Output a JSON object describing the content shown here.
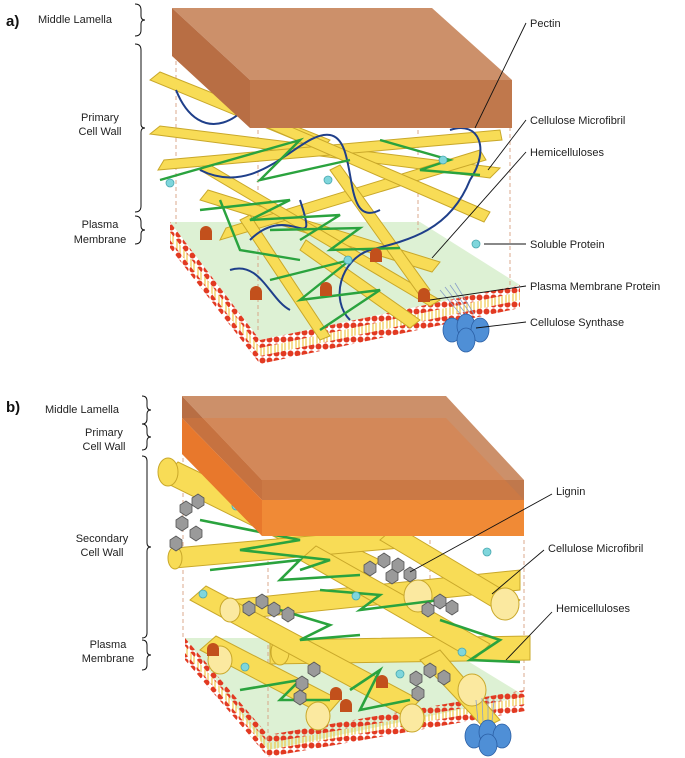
{
  "panel_a": {
    "tag": "a)",
    "left_labels": {
      "middle_lamella": "Middle Lamella",
      "primary_wall_1": "Primary",
      "primary_wall_2": "Cell Wall",
      "membrane_1": "Plasma",
      "membrane_2": "Membrane"
    },
    "right_labels": {
      "pectin": "Pectin",
      "cellulose": "Cellulose Microfibril",
      "hemicelluloses": "Hemicelluloses",
      "soluble_protein": "Soluble Protein",
      "membrane_protein": "Plasma Membrane Protein",
      "synthase": "Cellulose Synthase"
    }
  },
  "panel_b": {
    "tag": "b)",
    "left_labels": {
      "middle_lamella": "Middle Lamella",
      "primary_wall_1": "Primary",
      "primary_wall_2": "Cell Wall",
      "secondary_wall_1": "Secondary",
      "secondary_wall_2": "Cell Wall",
      "membrane_1": "Plasma",
      "membrane_2": "Membrane"
    },
    "right_labels": {
      "lignin": "Lignin",
      "cellulose": "Cellulose Microfibril",
      "hemicelluloses": "Hemicelluloses"
    }
  },
  "colors": {
    "lamella_top": "#c98a62",
    "lamella_side": "#b86e44",
    "primary_wall": "#e8782c",
    "cellulose_fill": "#f8dc56",
    "cellulose_stroke": "#c9a82a",
    "hemicellulose": "#2aa33e",
    "pectin": "#1f3f8a",
    "lignin_fill": "#9a9a9a",
    "lipid_head": "#e23a22",
    "lipid_tail": "#f0c84a",
    "membrane_green": "#d9efcf",
    "protein": "#c2501c",
    "soluble": "#7fd6dc",
    "synthase": "#4f8fd6"
  }
}
